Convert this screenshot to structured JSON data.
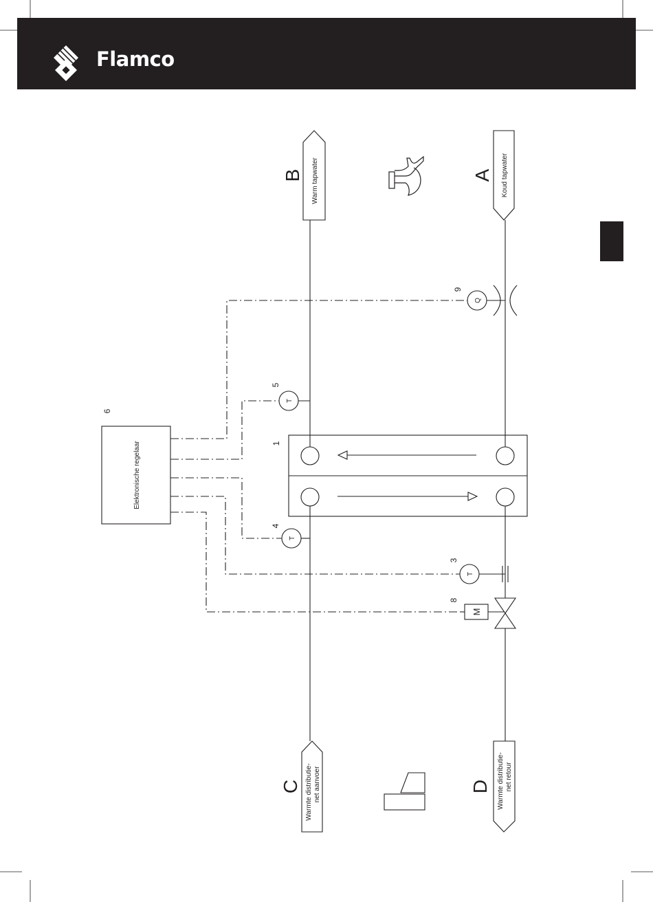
{
  "header": {
    "brand": "Flamco",
    "logo_icon": "flamco-logo-icon"
  },
  "diagram": {
    "controller": {
      "label": "Elektronische regelaar",
      "number": "6"
    },
    "heat_exchanger": {
      "number": "1"
    },
    "sensors": [
      {
        "number": "5",
        "symbol": "T"
      },
      {
        "number": "4",
        "symbol": "T"
      },
      {
        "number": "3",
        "symbol": "T"
      },
      {
        "number": "9",
        "symbol": "Q"
      },
      {
        "number": "8",
        "symbol": "M"
      }
    ],
    "connections": [
      {
        "letter": "B",
        "label": "Warm tapwater"
      },
      {
        "letter": "A",
        "label": "Koud tapwater"
      },
      {
        "letter": "C",
        "label_line1": "Warmte distributie-",
        "label_line2": "net aanvoer"
      },
      {
        "letter": "D",
        "label_line1": "Warmte distributie-",
        "label_line2": "net retour"
      }
    ],
    "icons": [
      "tap-icon",
      "boiler-icon"
    ]
  },
  "colors": {
    "header_bg": "#231f20",
    "line": "#231f20",
    "brand_text": "#ffffff"
  }
}
